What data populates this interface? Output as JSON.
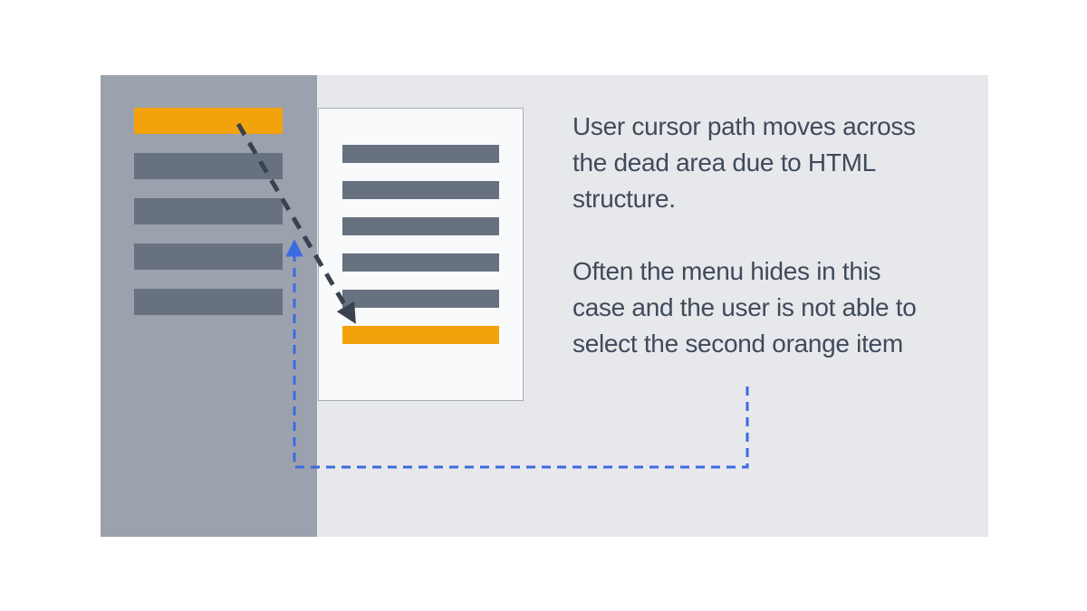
{
  "colors": {
    "page_bg": "#ffffff",
    "canvas_bg": "#e7e8eb",
    "sidebar_bg": "#9ba1ad",
    "item_gray": "#687180",
    "item_orange": "#f2a30c",
    "panel_bg": "#f9fafb",
    "panel_border": "#a9adb4",
    "cursor_arrow": "#3a4250",
    "path_blue": "#3c6ae3",
    "text_color": "#3f4a5b"
  },
  "sidebar_menu": {
    "items": [
      {
        "state": "highlighted"
      },
      {
        "state": "normal"
      },
      {
        "state": "normal"
      },
      {
        "state": "normal"
      },
      {
        "state": "normal"
      }
    ]
  },
  "submenu": {
    "items": [
      {
        "state": "normal"
      },
      {
        "state": "normal"
      },
      {
        "state": "normal"
      },
      {
        "state": "normal"
      },
      {
        "state": "normal"
      },
      {
        "state": "highlighted"
      }
    ]
  },
  "annotation": {
    "paragraph1": {
      "lines": [
        "User cursor path moves across",
        "the dead area due to HTML",
        "structure."
      ]
    },
    "paragraph2": {
      "lines": [
        "Often the menu hides in this",
        "case and the user is not able to",
        "select the second orange item"
      ]
    }
  }
}
